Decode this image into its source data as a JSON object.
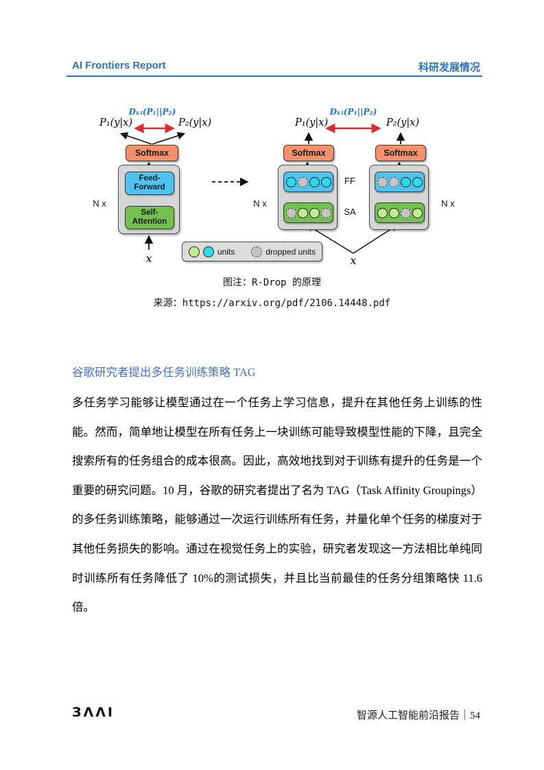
{
  "header": {
    "left_title": "AI Frontiers Report",
    "right_title": "科研发展情况"
  },
  "figure": {
    "left_group": {
      "dkl_label": "Dₖₗ(P₁||P₂)",
      "p1_label": "P₁(y|x)",
      "p2_label": "P₂(y|x)",
      "softmax_label": "Softmax",
      "feed_forward_label": "Feed-Forward",
      "self_attention_label": "Self-Attention",
      "n_label": "N x",
      "x_label": "x"
    },
    "right_group": {
      "dkl_label": "Dₖₗ(P₁||P₂)",
      "p1_label": "P₁(y|x)",
      "p2_label": "P₂(y|x)",
      "softmax_label": "Softmax",
      "ff_label": "FF",
      "sa_label": "SA",
      "n_label_left": "N x",
      "n_label_right": "N x",
      "x_label": "x",
      "towerA": {
        "ff_units": [
          "cyan",
          "dropped",
          "cyan",
          "cyan"
        ],
        "sa_units": [
          "dropped",
          "green",
          "green",
          "dropped"
        ]
      },
      "towerB": {
        "ff_units": [
          "dropped",
          "dropped",
          "cyan",
          "cyan"
        ],
        "sa_units": [
          "green",
          "green",
          "dropped",
          "green"
        ]
      }
    },
    "legend": {
      "units_label": "units",
      "dropped_label": "dropped units"
    },
    "caption": "图注：R-Drop 的原理",
    "source": "来源：https://arxiv.org/pdf/2106.14448.pdf"
  },
  "section": {
    "heading": "谷歌研究者提出多任务训练策略 TAG",
    "paragraph": "多任务学习能够让模型通过在一个任务上学习信息，提升在其他任务上训练的性能。然而，简单地让模型在所有任务上一块训练可能导致模型性能的下降，且完全搜索所有的任务组合的成本很高。因此，高效地找到对于训练有提升的任务是一个重要的研究问题。10 月，谷歌的研究者提出了名为 TAG（Task Affinity Groupings）的多任务训练策略，能够通过一次运行训练所有任务，并量化单个任务的梯度对于其他任务损失的影响。通过在视觉任务上的实验，研究者发现这一方法相比单纯同时训练所有任务降低了 10%的测试损失，并且比当前最佳的任务分组策略快 11.6 倍。"
  },
  "footer": {
    "logo": "ЗΛΛI",
    "page_label": "智源人工智能前沿报告｜54"
  },
  "colors": {
    "accent_blue": "#2E74B5",
    "heading_blue": "#4472C4",
    "dkl_blue": "#2173C2",
    "arrow_red": "#DE2A2E",
    "softmax_orange": "#F2916B",
    "ff_blue": "#4DC3F1",
    "sa_green": "#72C150",
    "unit_cyan": "#2BDCE8",
    "unit_green": "#C3EC90",
    "unit_dropped": "#C4C4C4",
    "panel_gray": "#D6D6D6",
    "legend_gray": "#DCDCDC"
  }
}
